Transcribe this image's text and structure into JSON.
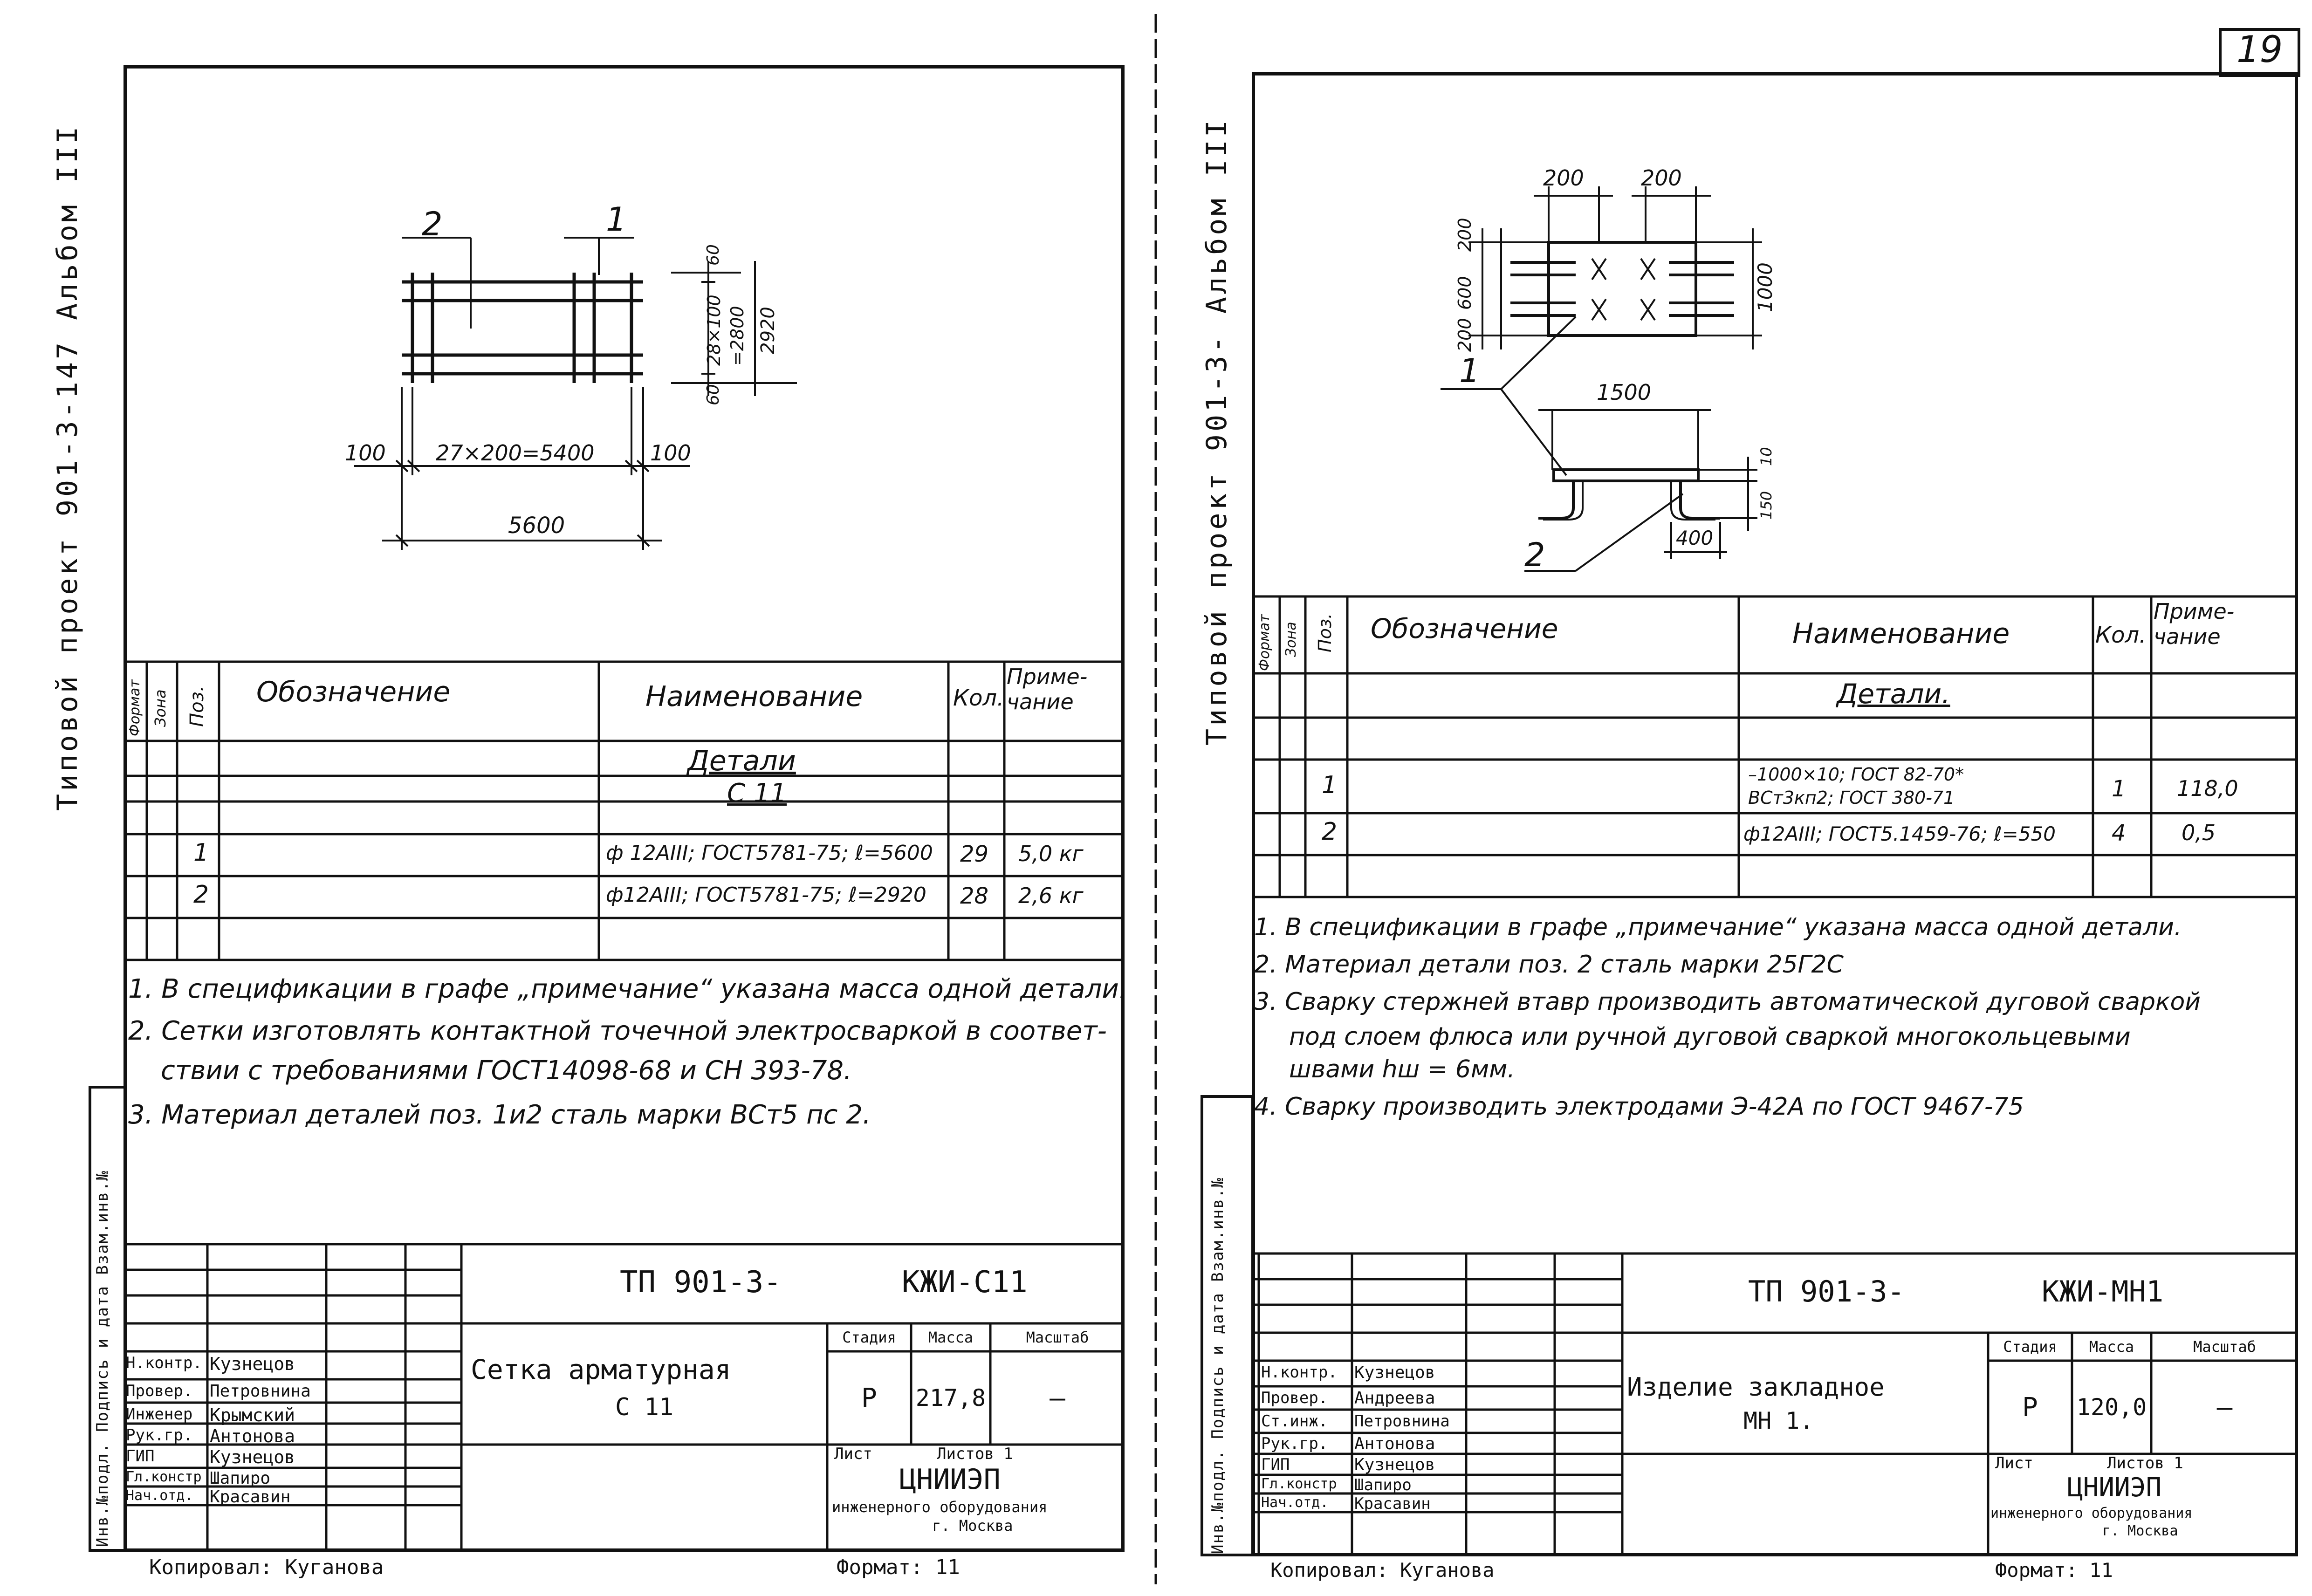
{
  "sheet_number": "19",
  "left": {
    "side_stamp": "Типовой проект 901-3-147 Альбом III",
    "drawing": {
      "pos_1": "1",
      "pos_2": "2",
      "dim_60_top": "60",
      "dim_28x100": "28×100",
      "dim_2800": "=2800",
      "dim_2920": "2920",
      "dim_60_bot": "60",
      "dim_100_l": "100",
      "dim_27x200": "27×200=5400",
      "dim_100_r": "100",
      "dim_5600": "5600"
    },
    "table": {
      "headers": {
        "format": "Формат",
        "zone": "Зона",
        "pos": "Поз.",
        "designation": "Обозначение",
        "name": "Наименование",
        "qty": "Кол.",
        "note": "Приме-чание"
      },
      "section": "Детали",
      "subsection": "С 11",
      "rows": [
        {
          "pos": "1",
          "name": "ф 12АIII; ГОСТ5781-75; ℓ=5600",
          "qty": "29",
          "note": "5,0 кг"
        },
        {
          "pos": "2",
          "name": "ф12АIII; ГОСТ5781-75; ℓ=2920",
          "qty": "28",
          "note": "2,6 кг"
        }
      ]
    },
    "notes": [
      "1. В спецификации в графе „примечание“ указана масса одной детали.",
      "2. Сетки изготовлять контактной точечной электросваркой в соответ-",
      "ствии с требованиями ГОСТ14098-68 и СН 393-78.",
      "3. Материал деталей поз. 1и2 сталь марки ВСт5 пс 2."
    ],
    "stamp_side": "Инв.№подл. Подпись и дата Взам.инв.№",
    "title_block": {
      "code_left": "ТП 901-3-",
      "code_right": "КЖИ-С11",
      "staff": [
        {
          "role": "Н.контр.",
          "name": "Кузнецов"
        },
        {
          "role": "Провер.",
          "name": "Петровнина"
        },
        {
          "role": "Инженер",
          "name": "Крымский"
        },
        {
          "role": "Рук.гр.",
          "name": "Антонова"
        },
        {
          "role": "ГИП",
          "name": "Кузнецов"
        },
        {
          "role": "Гл.констр",
          "name": "Шапиро"
        },
        {
          "role": "Нач.отд.",
          "name": "Красавин"
        }
      ],
      "title_line1": "Сетка арматурная",
      "title_line2": "С 11",
      "stage_h": "Стадия",
      "mass_h": "Масса",
      "scale_h": "Масштаб",
      "stage": "Р",
      "mass": "217,8",
      "scale": "—",
      "sheet_h": "Лист",
      "sheets_h": "Листов 1",
      "org": "ЦНИИЭП",
      "org_sub1": "инженерного оборудования",
      "org_sub2": "г. Москва"
    },
    "copied": "Копировал: Куганова",
    "format": "Формат: 11"
  },
  "right": {
    "side_stamp": "Типовой проект 901-3- Альбом III",
    "drawing": {
      "dim_200_a": "200",
      "dim_200_b": "200",
      "dim_200_v": "200",
      "dim_600_v": "600",
      "dim_200_v2": "200",
      "dim_1000": "1000",
      "dim_1500": "1500",
      "dim_10": "10",
      "dim_150": "150",
      "dim_400": "400",
      "pos_1": "1",
      "pos_2": "2"
    },
    "table": {
      "headers": {
        "format": "Формат",
        "zone": "Зона",
        "pos": "Поз.",
        "designation": "Обозначение",
        "name": "Наименование",
        "qty": "Кол.",
        "note": "Приме-чание"
      },
      "section": "Детали.",
      "rows": [
        {
          "pos": "1",
          "name1": "–1000×10; ГОСТ 82-70*",
          "name2": "ВСт3кп2; ГОСТ 380-71",
          "qty": "1",
          "note": "118,0"
        },
        {
          "pos": "2",
          "name1": "ф12АIII; ГОСТ5.1459-76; ℓ=550",
          "name2": "",
          "qty": "4",
          "note": "0,5"
        }
      ]
    },
    "notes": [
      "1. В спецификации в графе „примечание“ указана масса одной детали.",
      "2. Материал детали поз. 2 сталь марки 25Г2С",
      "3. Сварку стержней втавр производить автоматической дуговой сваркой",
      "под слоем флюса или ручной дуговой сваркой многокольцевыми",
      "швами hш = 6мм.",
      "4. Сварку производить электродами Э-42А по ГОСТ 9467-75"
    ],
    "stamp_side": "Инв.№подл. Подпись и дата Взам.инв.№",
    "title_block": {
      "code_left": "ТП 901-3-",
      "code_right": "КЖИ-МН1",
      "staff": [
        {
          "role": "Н.контр.",
          "name": "Кузнецов"
        },
        {
          "role": "Провер.",
          "name": "Андреева"
        },
        {
          "role": "Ст.инж.",
          "name": "Петровнина"
        },
        {
          "role": "Рук.гр.",
          "name": "Антонова"
        },
        {
          "role": "ГИП",
          "name": "Кузнецов"
        },
        {
          "role": "Гл.констр",
          "name": "Шапиро"
        },
        {
          "role": "Нач.отд.",
          "name": "Красавин"
        }
      ],
      "title_line1": "Изделие закладное",
      "title_line2": "МН 1.",
      "stage_h": "Стадия",
      "mass_h": "Масса",
      "scale_h": "Масштаб",
      "stage": "Р",
      "mass": "120,0",
      "scale": "—",
      "sheet_h": "Лист",
      "sheets_h": "Листов 1",
      "org": "ЦНИИЭП",
      "org_sub1": "инженерного оборудования",
      "org_sub2": "г. Москва"
    },
    "copied": "Копировал: Куганова",
    "format": "Формат: 11"
  }
}
